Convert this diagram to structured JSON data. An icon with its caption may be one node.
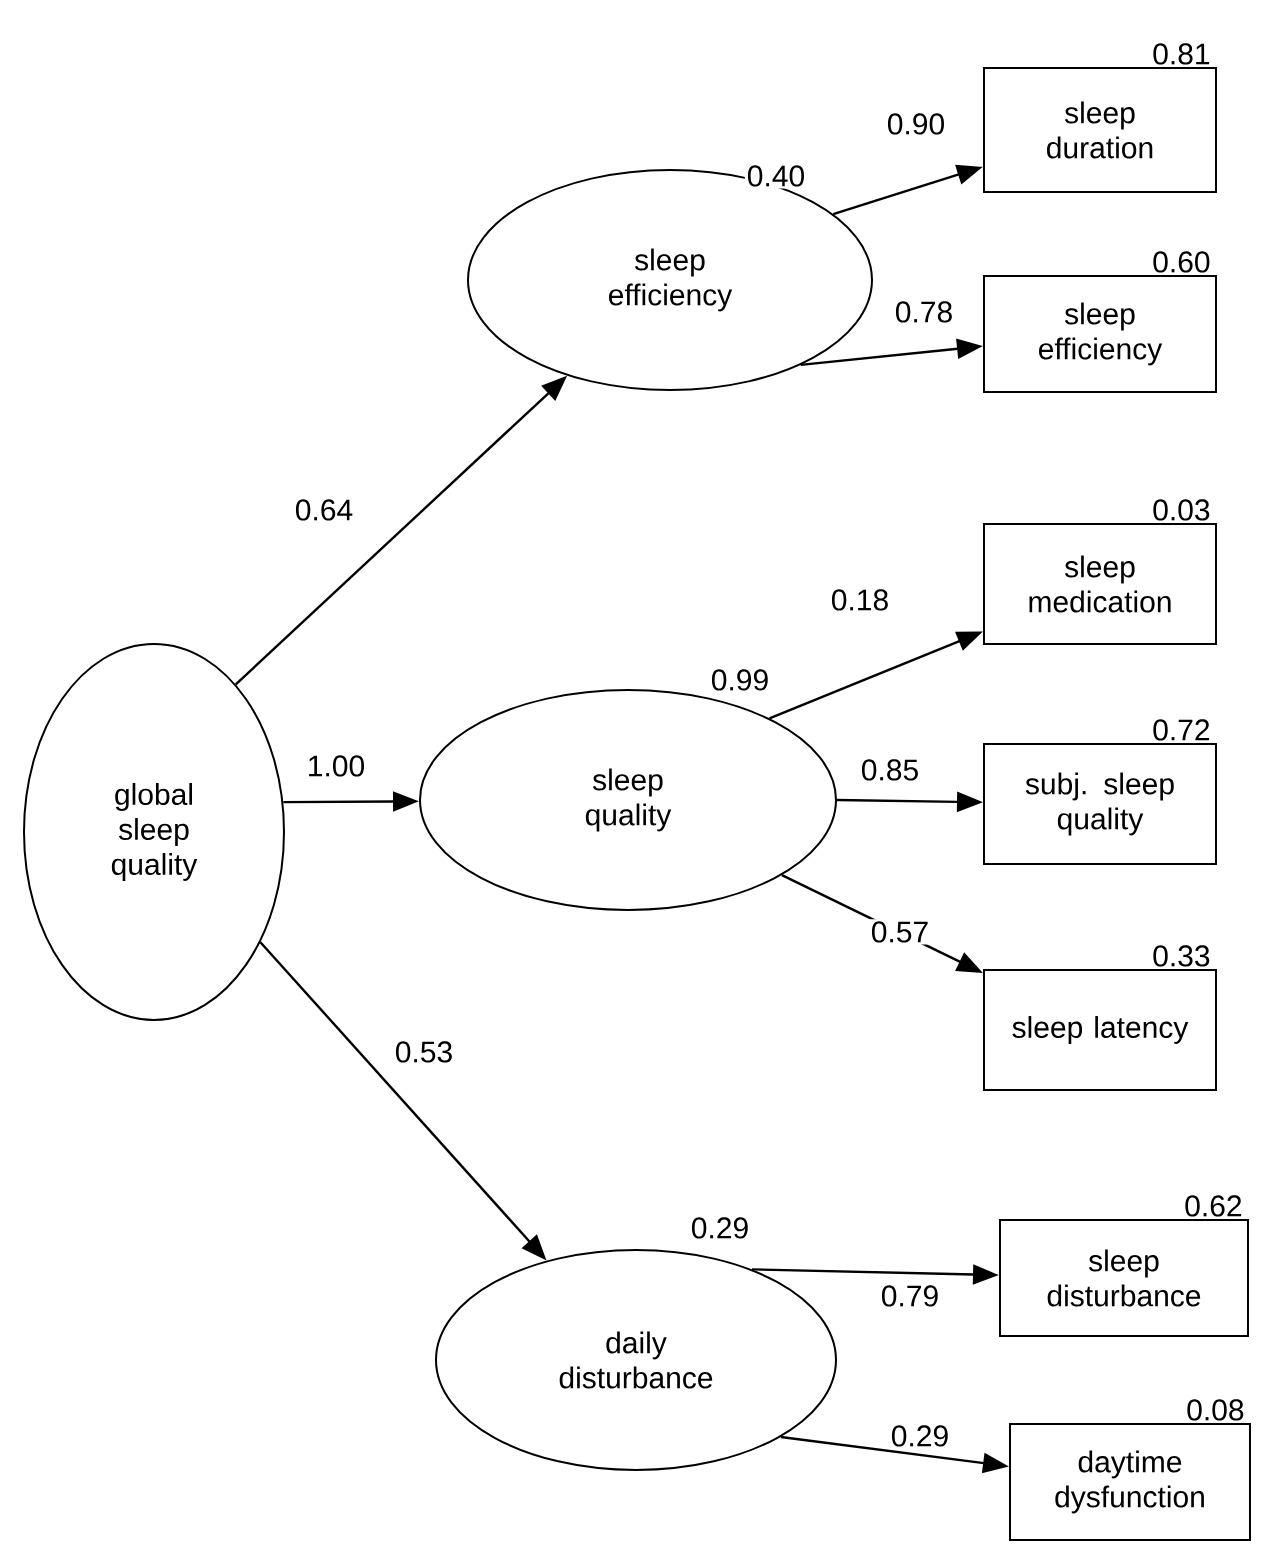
{
  "diagram": {
    "nodes": [
      {
        "text": [
          "global sleep quality"
        ]
      },
      {
        "text": [
          "sleep efficiency"
        ],
        "beside": [
          "0.40"
        ]
      },
      {
        "text": [
          "sleep quality"
        ],
        "beside": [
          "0.99"
        ]
      },
      {
        "text": [
          "daily disturbance"
        ],
        "beside": [
          "0.29"
        ]
      },
      {
        "text": [
          "sleep duration"
        ],
        "beside": [
          "0.81"
        ]
      },
      {
        "text": [
          "sleep efficiency"
        ],
        "beside": [
          "0.60"
        ]
      },
      {
        "text": [
          "sleep medication"
        ],
        "beside": [
          "0.03"
        ]
      },
      {
        "text": [
          "subj. sleep quality"
        ],
        "beside": [
          "0.72"
        ]
      },
      {
        "text": [
          "sleep latency"
        ],
        "beside": [
          "0.33"
        ]
      },
      {
        "text": [
          "sleep disturbance"
        ],
        "beside": [
          "0.62"
        ]
      },
      {
        "text": [
          "daytime dysfunction"
        ],
        "beside": [
          "0.08"
        ]
      }
    ],
    "edges": [
      {
        "from": 0,
        "to": 1,
        "arrow": "to",
        "label": "0.64"
      },
      {
        "from": 0,
        "to": 2,
        "arrow": "to",
        "label": "1.00"
      },
      {
        "from": 0,
        "to": 3,
        "arrow": "to",
        "label": "0.53"
      },
      {
        "from": 1,
        "to": 4,
        "arrow": "to",
        "label": "0.90"
      },
      {
        "from": 1,
        "to": 5,
        "arrow": "to",
        "label": "0.78"
      },
      {
        "from": 2,
        "to": 6,
        "arrow": "to",
        "label": "0.18"
      },
      {
        "from": 2,
        "to": 7,
        "arrow": "to",
        "label": "0.85"
      },
      {
        "from": 2,
        "to": 8,
        "arrow": "to",
        "label": "0.57"
      },
      {
        "from": 3,
        "to": 9,
        "arrow": "to",
        "label": "0.79"
      },
      {
        "from": 3,
        "to": 10,
        "arrow": "to",
        "label": "0.29"
      }
    ]
  }
}
